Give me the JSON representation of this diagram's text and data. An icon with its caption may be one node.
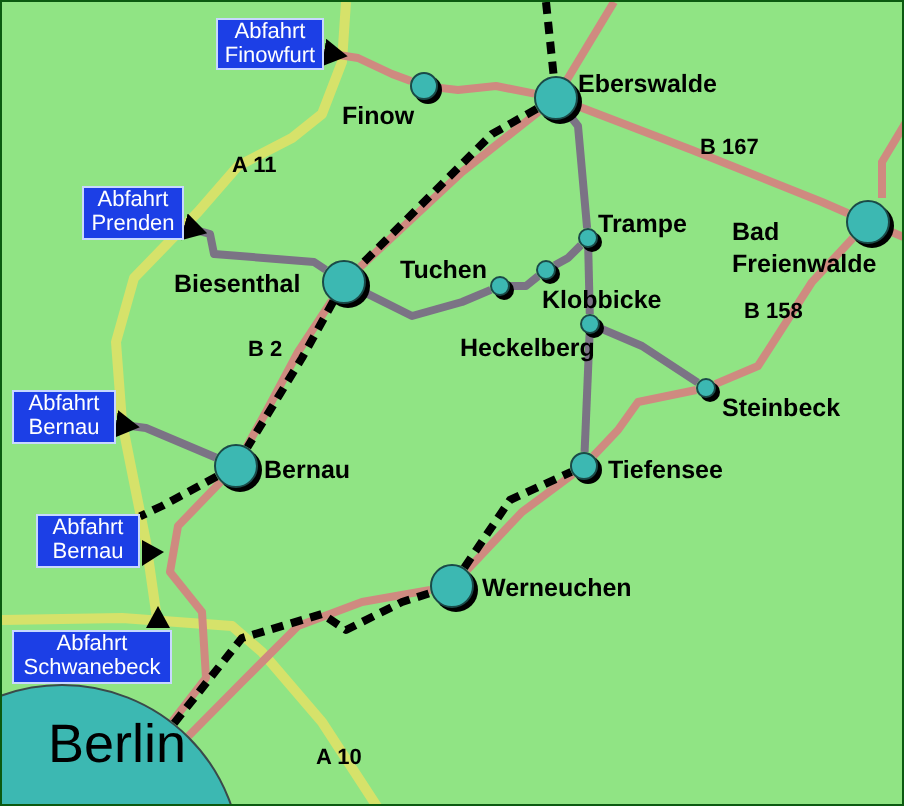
{
  "diagram": {
    "nodes": [
      {
        "text": [
          "Abfahrt Finowfurt"
        ]
      },
      {
        "text": [],
        "shape": "circle",
        "beside": [
          "Finow"
        ]
      },
      {
        "text": [],
        "shape": "circle",
        "beside": [
          "Eberswalde"
        ]
      },
      {
        "text": [
          "Abfahrt Prenden"
        ]
      },
      {
        "text": [],
        "shape": "circle",
        "beside": [
          "Trampe"
        ]
      },
      {
        "text": [],
        "shape": "circle",
        "beside": [
          "Bad Freienwalde"
        ]
      },
      {
        "text": [],
        "shape": "circle",
        "beside": [
          "Biesenthal"
        ]
      },
      {
        "text": [],
        "shape": "circle",
        "beside": [
          "Tuchen"
        ]
      },
      {
        "text": [],
        "shape": "circle",
        "beside": [
          "Klobbicke"
        ]
      },
      {
        "text": [],
        "shape": "circle",
        "beside": [
          "Heckelberg"
        ]
      },
      {
        "text": [],
        "shape": "circle",
        "beside": [
          "Steinbeck"
        ]
      },
      {
        "text": [
          "Abfahrt Bernau"
        ]
      },
      {
        "text": [],
        "shape": "circle",
        "beside": [
          "Bernau"
        ]
      },
      {
        "text": [],
        "shape": "circle",
        "beside": [
          "Tiefensee"
        ]
      },
      {
        "text": [
          "Abfahrt Bernau"
        ]
      },
      {
        "text": [],
        "shape": "circle",
        "beside": [
          "Werneuchen"
        ]
      },
      {
        "text": [
          "Abfahrt Schwanebeck"
        ]
      },
      {
        "text": [
          "Berlin"
        ]
      }
    ],
    "edges": [
      {
        "from": 1,
        "to": 0,
        "arrow": "other"
      },
      {
        "from": 1,
        "to": 2,
        "arrow": "none"
      },
      {
        "from": 2,
        "to": 5,
        "arrow": "none"
      },
      {
        "from": 2,
        "to": 6,
        "arrow": "none"
      },
      {
        "from": 6,
        "to": 12,
        "arrow": "none"
      },
      {
        "from": 12,
        "to": 17,
        "arrow": "none"
      },
      {
        "from": 5,
        "to": 10,
        "arrow": "none"
      },
      {
        "from": 10,
        "to": 13,
        "arrow": "none"
      },
      {
        "from": 13,
        "to": 15,
        "arrow": "none"
      },
      {
        "from": 15,
        "to": 17,
        "arrow": "none"
      },
      {
        "from": 6,
        "to": 3,
        "arrow": "other",
        "color": "#7b7385"
      },
      {
        "from": 6,
        "to": 7,
        "arrow": "none",
        "color": "#7b7385"
      },
      {
        "from": 7,
        "to": 8,
        "arrow": "none",
        "color": "#7b7385"
      },
      {
        "from": 8,
        "to": 4,
        "arrow": "none",
        "color": "#7b7385"
      },
      {
        "from": 2,
        "to": 4,
        "arrow": "none",
        "color": "#7b7385"
      },
      {
        "from": 4,
        "to": 9,
        "arrow": "none",
        "color": "#7b7385"
      },
      {
        "from": 9,
        "to": 13,
        "arrow": "none",
        "color": "#7b7385"
      },
      {
        "from": 9,
        "to": 10,
        "arrow": "none",
        "color": "#7b7385"
      },
      {
        "from": 12,
        "to": 11,
        "arrow": "other",
        "color": "#7b7385"
      },
      {
        "from": null,
        "to": 2,
        "arrow": "none",
        "style": "dashed",
        "color": "#000000"
      },
      {
        "from": 2,
        "to": 6,
        "arrow": "none",
        "style": "dashed",
        "color": "#000000"
      },
      {
        "from": 6,
        "to": 12,
        "arrow": "none",
        "style": "dashed",
        "color": "#000000"
      },
      {
        "from": 12,
        "to": 14,
        "arrow": "none",
        "style": "dashed",
        "color": "#000000"
      },
      {
        "from": 17,
        "to": 15,
        "arrow": "none",
        "style": "dashed",
        "color": "#000000"
      },
      {
        "from": 15,
        "to": 13,
        "arrow": "none",
        "style": "dashed",
        "color": "#000000"
      }
    ],
    "labels": [
      "A 11",
      "B 167",
      "B 158",
      "B 2",
      "A 10"
    ]
  }
}
